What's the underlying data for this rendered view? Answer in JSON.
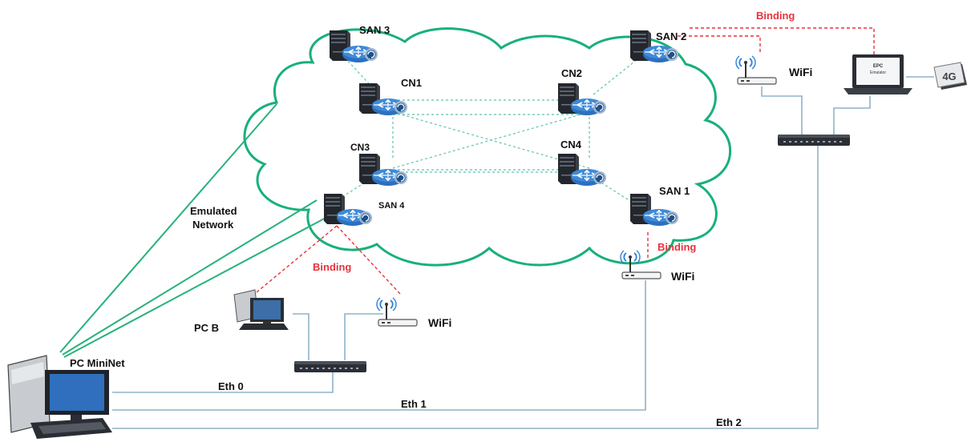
{
  "colors": {
    "cloud": "#18b07a",
    "link_green": "#27b27a",
    "mesh_dotted": "#5cc4b0",
    "binding_red": "#e8323c",
    "eth_blue": "#8fb3c8",
    "server_dark": "#262a30",
    "router_blue": "#2d6fbf"
  },
  "icons": {
    "server": "server-with-router-icon",
    "switch": "network-switch-icon",
    "wifi": "wifi-access-point-icon",
    "laptop": "laptop-icon",
    "desktop": "desktop-pc-icon",
    "cellular": "4g-badge-icon"
  },
  "nodes": {
    "san3": "SAN 3",
    "san2": "SAN 2",
    "san1": "SAN 1",
    "san4": "SAN 4",
    "cn1": "CN1",
    "cn2": "CN2",
    "cn3": "CN3",
    "cn4": "CN4"
  },
  "labels": {
    "emulated_line1": "Emulated",
    "emulated_line2": "Network",
    "binding_top": "Binding",
    "binding_san1": "Binding",
    "binding_san4": "Binding",
    "wifi_top": "WiFi",
    "wifi_san1": "WiFi",
    "wifi_bottom": "WiFi",
    "pc_b": "PC B",
    "pc_mininet": "PC MiniNet",
    "eth0": "Eth 0",
    "eth1": "Eth 1",
    "eth2": "Eth 2",
    "epc_line1": "EPC",
    "epc_line2": "Emulator",
    "badge_4g": "4G"
  }
}
